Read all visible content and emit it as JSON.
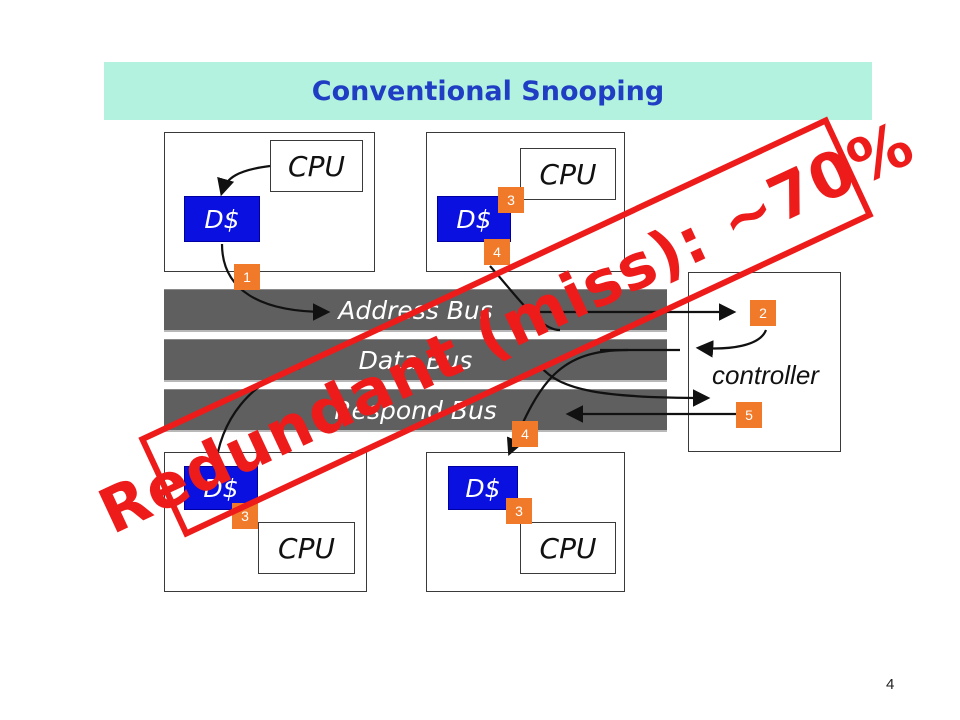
{
  "title": "Conventional Snooping",
  "nodes": {
    "top_left": {
      "cpu": "CPU",
      "cache": "D$"
    },
    "top_right": {
      "cpu": "CPU",
      "cache": "D$"
    },
    "bottom_left": {
      "cpu": "CPU",
      "cache": "D$"
    },
    "bottom_right": {
      "cpu": "CPU",
      "cache": "D$"
    }
  },
  "buses": {
    "address": "Address Bus",
    "data": "Data Bus",
    "response": "Respond Bus"
  },
  "controller": "controller",
  "steps": {
    "s1": "1",
    "s2": "2",
    "s3_top": "3",
    "s4_top": "4",
    "s3_bl": "3",
    "s4_br": "4",
    "s3_br": "3",
    "s5": "5"
  },
  "stamp": "Redundant (miss): ~70%",
  "page_number": "4",
  "colors": {
    "title_bg": "#b3f2de",
    "title_text": "#1f3ec4",
    "cache": "#0a10e0",
    "bus": "#5f5f5f",
    "badge": "#f07a2a",
    "stamp": "#ee1b1b"
  }
}
